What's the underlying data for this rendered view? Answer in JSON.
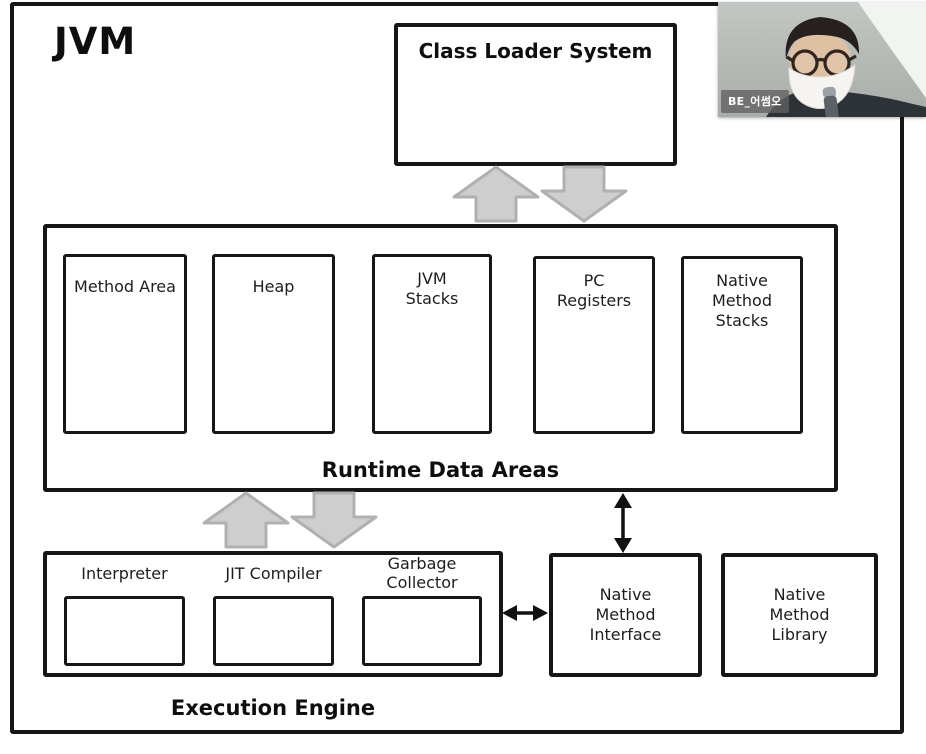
{
  "jvm_label": "JVM",
  "class_loader_system": {
    "title": "Class Loader System"
  },
  "runtime_data_areas": {
    "title": "Runtime Data Areas",
    "boxes": [
      {
        "name": "method-area",
        "lines": [
          "Method Area"
        ]
      },
      {
        "name": "heap",
        "lines": [
          "Heap"
        ]
      },
      {
        "name": "jvm-stacks",
        "lines": [
          "JVM",
          "Stacks"
        ]
      },
      {
        "name": "pc-registers",
        "lines": [
          "PC",
          "Registers"
        ]
      },
      {
        "name": "native-method-stacks",
        "lines": [
          "Native",
          "Method",
          "Stacks"
        ]
      }
    ]
  },
  "execution_engine": {
    "title": "Execution Engine",
    "components": [
      {
        "name": "interpreter",
        "lines": [
          "Interpreter"
        ]
      },
      {
        "name": "jit-compiler",
        "lines": [
          "JIT Compiler"
        ]
      },
      {
        "name": "garbage-collector",
        "lines": [
          "Garbage",
          "Collector"
        ]
      }
    ]
  },
  "native_method_interface": {
    "lines": [
      "Native",
      "Method",
      "Interface"
    ]
  },
  "native_method_library": {
    "lines": [
      "Native",
      "Method",
      "Library"
    ]
  },
  "webcam": {
    "participant_label": "BE_어썸오"
  },
  "colors": {
    "line": "#161616",
    "block_arrow_fill": "#cecece",
    "block_arrow_stroke": "#b0b0b0",
    "background": "#ffffff"
  }
}
